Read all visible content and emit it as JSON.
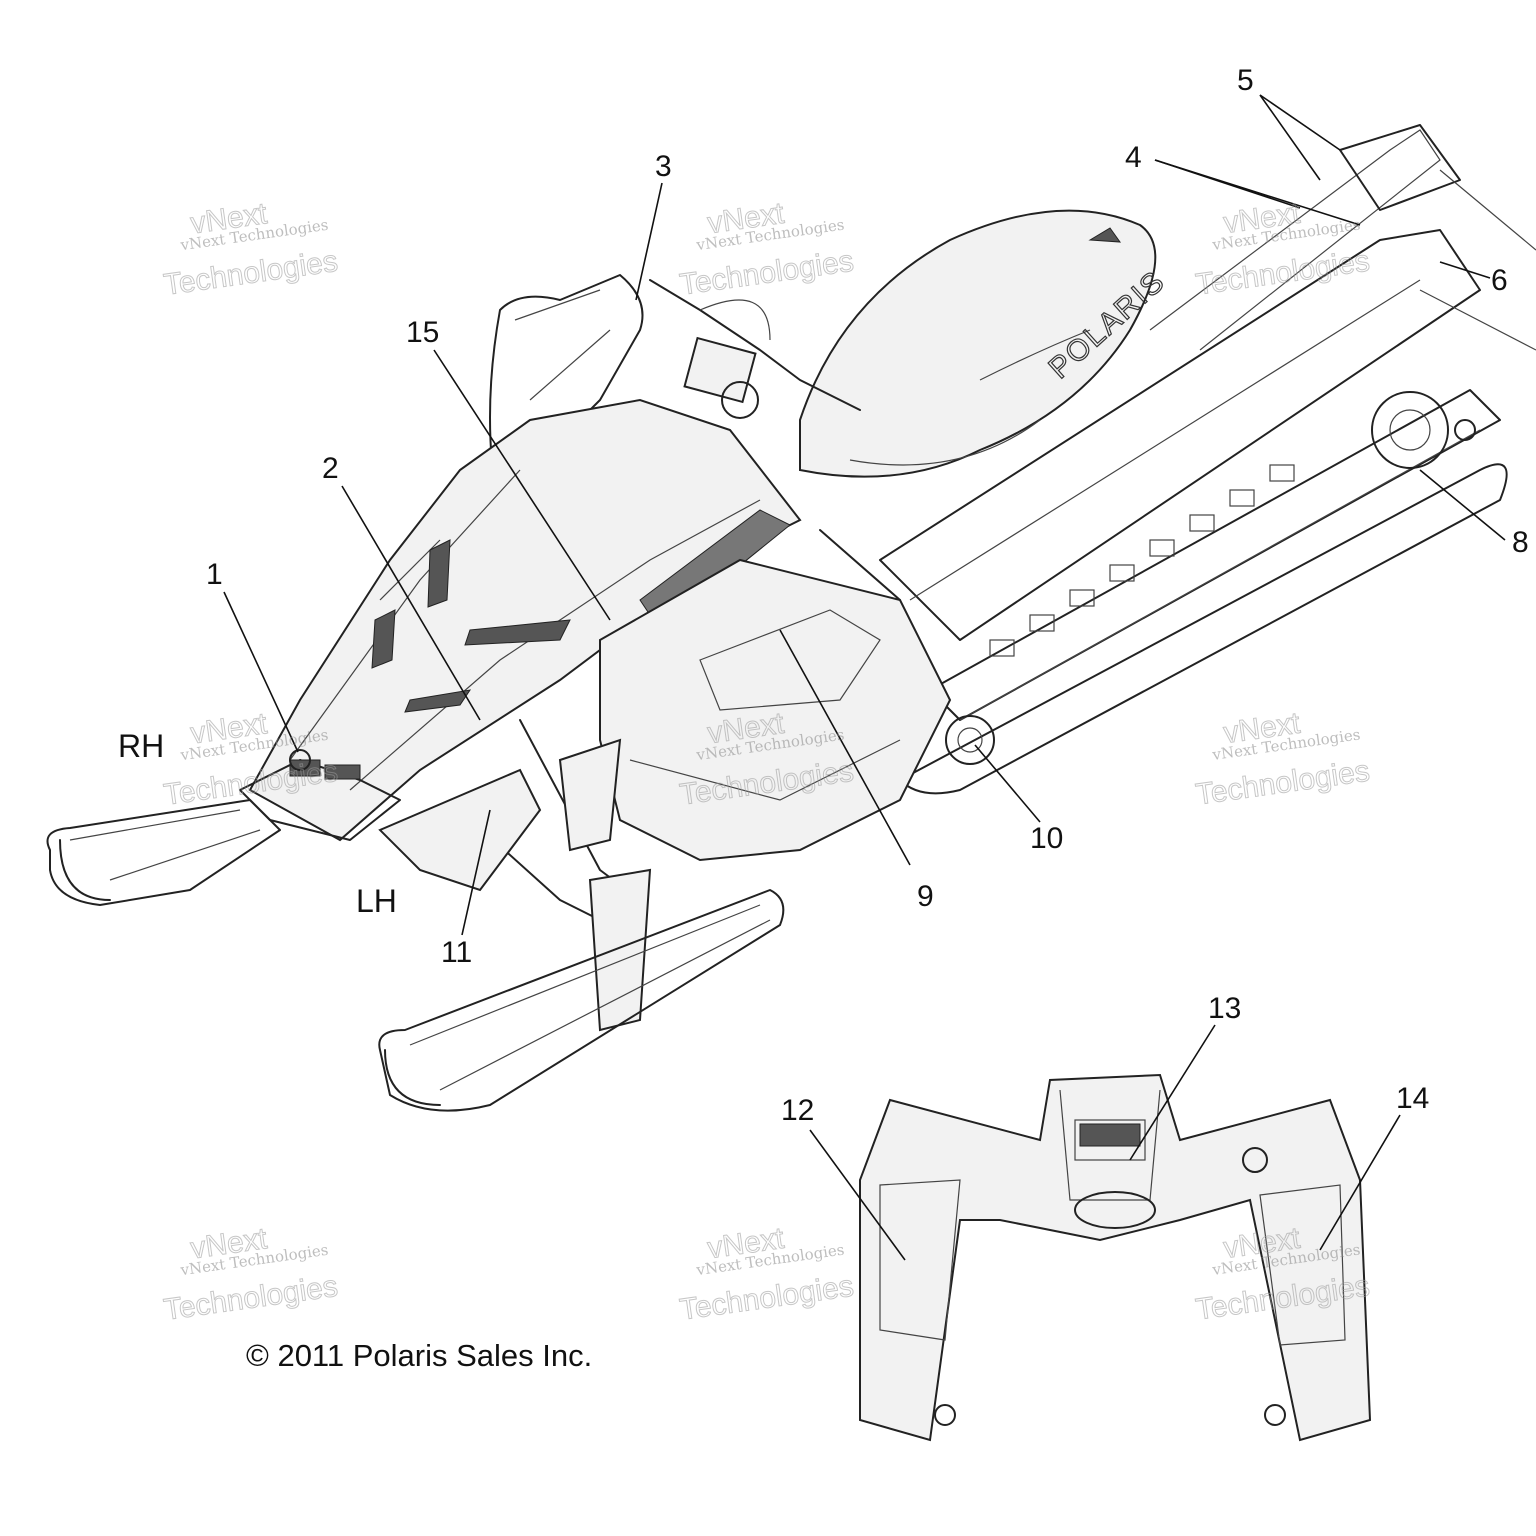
{
  "callouts": {
    "c1": "1",
    "c2": "2",
    "c3": "3",
    "c4": "4",
    "c5": "5",
    "c6": "6",
    "c8": "8",
    "c9": "9",
    "c10": "10",
    "c11": "11",
    "c12": "12",
    "c13": "13",
    "c14": "14",
    "c15": "15"
  },
  "side_labels": {
    "rh": "RH",
    "lh": "LH"
  },
  "brand_on_seat": "POLARIS",
  "copyright": "© 2011 Polaris Sales Inc.",
  "watermark": {
    "line1": "vNext Technologies",
    "line2": "vNext",
    "line3": "Technologies"
  }
}
